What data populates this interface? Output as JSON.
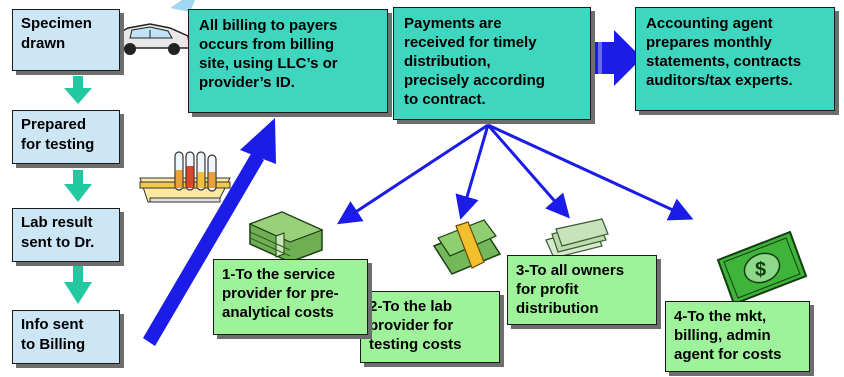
{
  "steps": [
    {
      "label": "Specimen\ndrawn"
    },
    {
      "label": "Prepared\nfor testing"
    },
    {
      "label": "Lab result\nsent to Dr."
    },
    {
      "label": "Info sent\nto Billing"
    }
  ],
  "top_boxes": {
    "billing": "All billing to payers\noccurs from billing\nsite, using LLC’s or\nprovider’s ID.",
    "payments": "Payments are\nreceived for timely\ndistribution,\nprecisely according\nto contract.",
    "accounting": "Accounting agent\nprepares monthly\nstatements, contracts\nauditors/tax experts."
  },
  "distributions": [
    {
      "label": "1-To the service\nprovider for pre-\nanalytical costs"
    },
    {
      "label": "2-To the lab\nprovider for\ntesting costs"
    },
    {
      "label": "3-To all owners\nfor profit\ndistribution"
    },
    {
      "label": "4-To the mkt,\nbilling, admin\nagent for costs"
    }
  ],
  "colors": {
    "step_fill": "#cce6f6",
    "teal_fill": "#3fd6c0",
    "green_fill": "#9ef299",
    "arrow_green": "#22c9a0",
    "arrow_blue": "#1c1ce8"
  },
  "icons": [
    "car-icon",
    "test-tubes-icon",
    "money-stack-icon",
    "cash-bundle-icon",
    "money-fan-icon",
    "dollar-bill-icon"
  ]
}
